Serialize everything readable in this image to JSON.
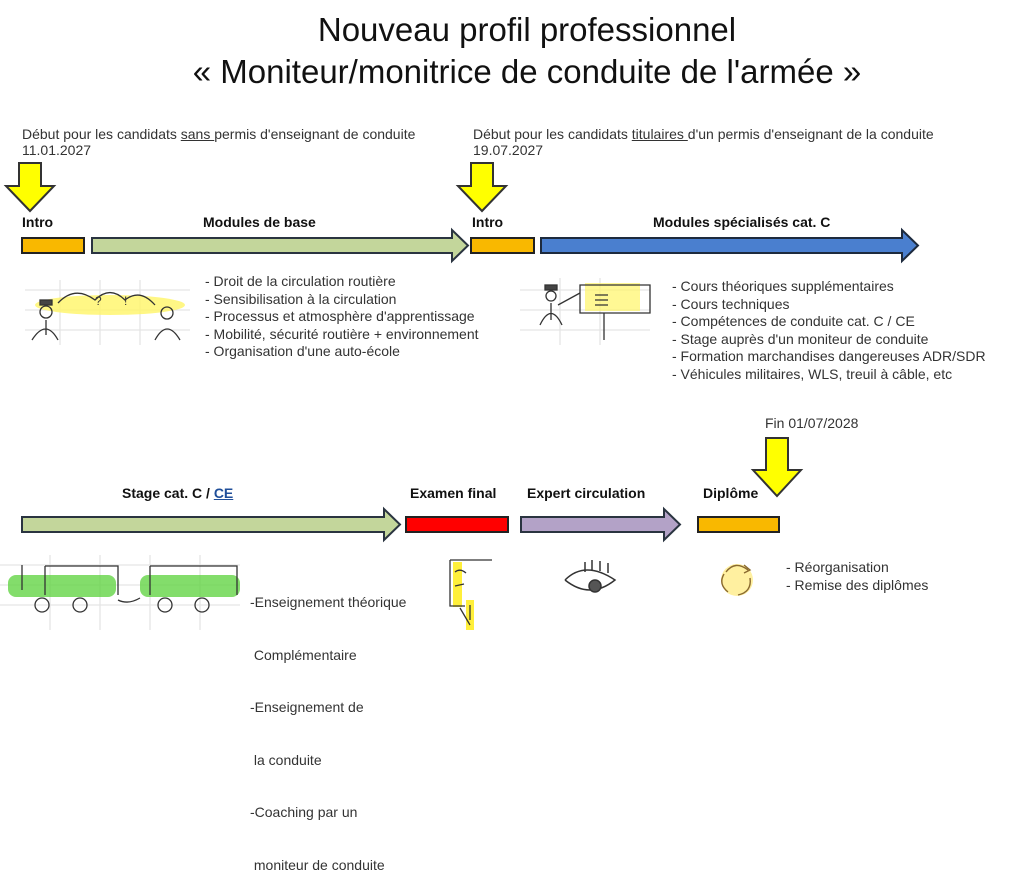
{
  "title": {
    "line1": "Nouveau profil professionnel",
    "line2": "« Moniteur/monitrice de conduite de l'armée »"
  },
  "start_without": {
    "prefix": "Début pour les candidats ",
    "underlined": "sans ",
    "suffix": "permis d'enseignant de conduite",
    "date": "11.01.2027"
  },
  "start_with": {
    "prefix": "Début pour les candidats ",
    "underlined": "titulaires ",
    "suffix": "d'un permis d'enseignant de la conduite",
    "date": "19.07.2027"
  },
  "end": {
    "label": "Fin 01/07/2028"
  },
  "phases": {
    "intro1": "Intro",
    "modules_base": "Modules de base",
    "intro2": "Intro",
    "modules_specialises": "Modules spécialisés cat. C",
    "stage_prefix": "Stage cat. C / ",
    "stage_ce": "CE",
    "examen": "Examen final",
    "expert": "Expert  circulation",
    "diplome": "Diplôme"
  },
  "modules_base_items": [
    "- Droit de la circulation routière",
    "- Sensibilisation à la circulation",
    "- Processus et atmosphère d'apprentissage",
    "- Mobilité, sécurité routière + environnement",
    "- Organisation d'une auto-école"
  ],
  "modules_specialises_items": [
    "- Cours théoriques supplémentaires",
    "- Cours techniques",
    "- Compétences de conduite cat. C / CE",
    "- Stage auprès d'un moniteur de conduite",
    "- Formation marchandises dangereuses ADR/SDR",
    "- Véhicules militaires, WLS, treuil à câble, etc"
  ],
  "stage_items": [
    "-Enseignement théorique",
    " Complémentaire",
    "-Enseignement de",
    " la conduite",
    "-Coaching par un",
    " moniteur de conduite"
  ],
  "diplome_items": [
    "- Réorganisation",
    "- Remise des diplômes"
  ],
  "colors": {
    "intro": "#f9b800",
    "base": "#c3d69b",
    "specialises": "#4a7fcf",
    "examen": "#ff0000",
    "expert": "#b3a2c7",
    "arrow": "#ffff00"
  }
}
